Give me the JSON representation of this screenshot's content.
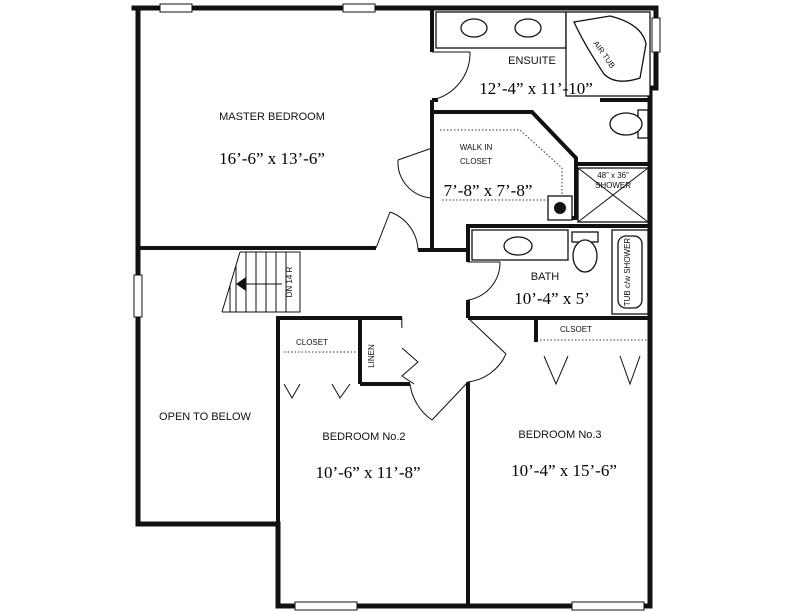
{
  "rooms": {
    "master_bedroom": {
      "name": "MASTER BEDROOM",
      "dim": "16’-6” x 13’-6”"
    },
    "ensuite": {
      "name": "ENSUITE",
      "dim": "12’-4” x 11’-10”"
    },
    "walk_in_closet": {
      "name_line1": "WALK IN",
      "name_line2": "CLOSET",
      "dim": "7’-8” x 7’-8”"
    },
    "bath": {
      "name": "BATH",
      "dim": "10’-4” x 5’"
    },
    "open_to_below": {
      "name": "OPEN TO BELOW"
    },
    "bedroom2": {
      "name": "BEDROOM No.2",
      "dim": "10’-6” x 11’-8”"
    },
    "bedroom3": {
      "name": "BEDROOM No.3",
      "dim": "10’-4” x 15’-6”"
    }
  },
  "fixtures": {
    "air_tub": "AIR TUB",
    "shower_line1": "48” x 36”",
    "shower_line2": "SHOWER",
    "tub_shower": "TUB c/w SHOWER",
    "linen": "LINEN",
    "closet_bed2": "CLOSET",
    "closet_bed3": "CLSOET",
    "stairs": "DN 14 R"
  }
}
